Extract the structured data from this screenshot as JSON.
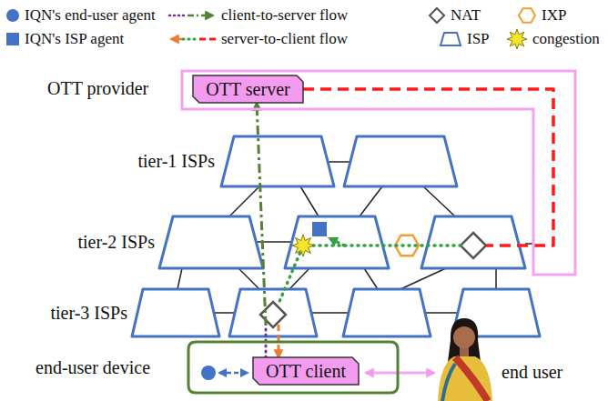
{
  "diagram": {
    "nodes": [
      {
        "text": [
          "OTT provider"
        ]
      },
      {
        "text": [
          "OTT server"
        ],
        "in": 0
      },
      {
        "text": [
          "end-user device"
        ]
      },
      {
        "text": [
          "OTT client"
        ],
        "in": 2
      }
    ],
    "edges": [
      {
        "from": 3,
        "to": 1,
        "arrow": "to"
      },
      {
        "from": 1,
        "to": 3,
        "arrow": "to"
      }
    ],
    "labels": [
      "tier-1 ISPs",
      "tier-2 ISPs",
      "tier-3 ISPs",
      "end user"
    ],
    "legend": [
      {
        "text": "IQN's end-user agent"
      },
      {
        "text": "client-to-server flow"
      },
      {
        "text": "NAT"
      },
      {
        "text": "IXP"
      },
      {
        "text": "IQN's ISP agent"
      },
      {
        "text": "server-to-client flow"
      },
      {
        "text": "ISP"
      },
      {
        "text": "congestion"
      }
    ]
  }
}
